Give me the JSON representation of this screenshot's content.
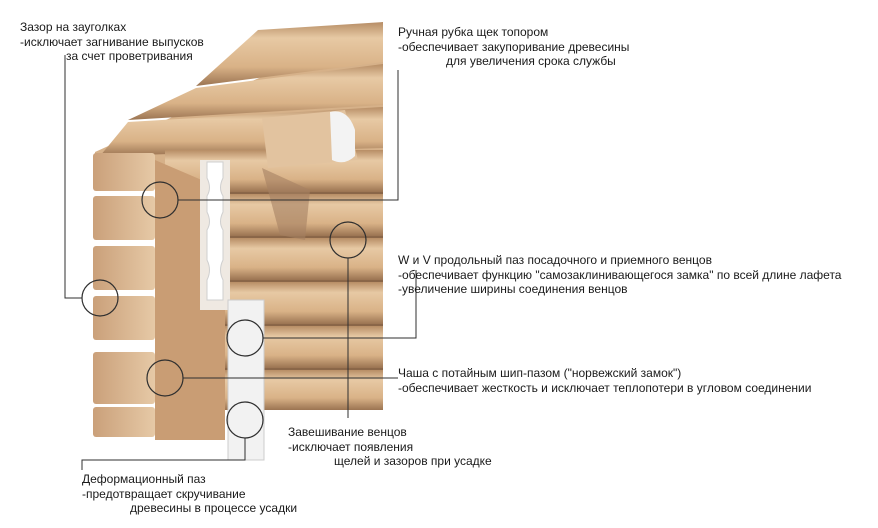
{
  "callouts": {
    "gap_corner": {
      "title": "Зазор на заугол­ках",
      "lines": [
        "-исключает загнивание выпусков",
        "за счет проветривания"
      ]
    },
    "hand_cut": {
      "title": "Ручная рубка щек топором",
      "lines": [
        "-обеспечивает закупоривание древесины",
        "для увеличения срока службы"
      ]
    },
    "wv_groove": {
      "title": "W и V продольный паз посадочного и приемного венцов",
      "lines": [
        "-обеспечивает функцию \"самозаклинивающегося замка\" по всей длине лафета",
        "-увеличение ширины соединения венцов"
      ]
    },
    "norway_lock": {
      "title": "Чаша с потайным шип-пазом (\"норвежский замок\")",
      "lines": [
        "-обеспечивает жесткость и исключает теплопотери в угловом соединении"
      ]
    },
    "hanging": {
      "title": "Завешивание венцов",
      "lines": [
        "-исключает появления",
        "щелей и зазоров при усадке"
      ]
    },
    "deform_groove": {
      "title": "Деформационный паз",
      "lines": [
        "-предотвращает скручивание",
        "древесины в процессе усадки"
      ]
    }
  },
  "colors": {
    "wood_light": "#e3c29c",
    "wood_mid": "#cfa57a",
    "wood_dark": "#8c6a4c",
    "groove_white": "#f4f4f4",
    "line": "#3a3a3a"
  }
}
